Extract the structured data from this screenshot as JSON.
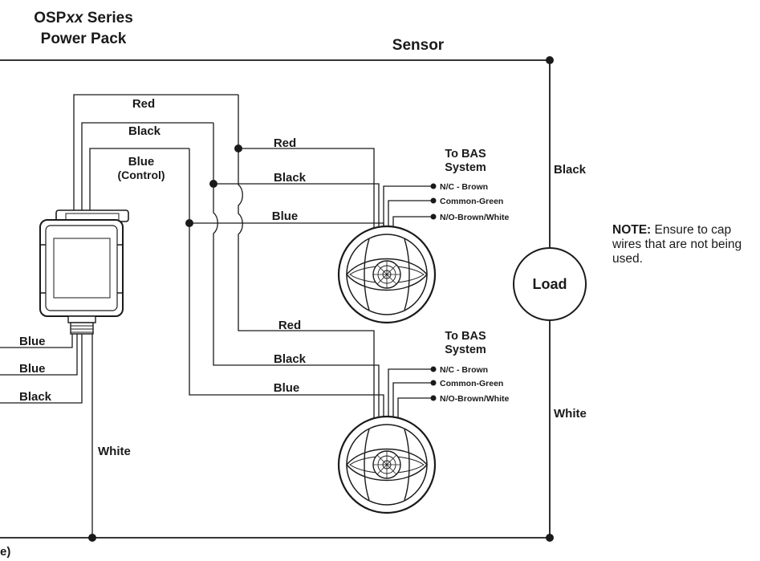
{
  "power_pack": {
    "title_prefix": "OSP",
    "title_italic": "xx",
    "title_suffix": " Series",
    "subtitle": "Power Pack",
    "wires_out": [
      "Blue",
      "Blue",
      "Black"
    ],
    "white_label": "White"
  },
  "sensor_heading": "Sensor",
  "left_wires": {
    "red": "Red",
    "black": "Black",
    "blue": "Blue",
    "blue_control": "(Control)"
  },
  "sensor_top": {
    "wires": [
      "Red",
      "Black",
      "Blue"
    ],
    "bas_title_1": "To BAS",
    "bas_title_2": "System",
    "bas_leads": [
      "N/C - Brown",
      "Common-Green",
      "N/O-Brown/White"
    ]
  },
  "sensor_bottom": {
    "wires": [
      "Red",
      "Black",
      "Blue"
    ],
    "bas_title_1": "To BAS",
    "bas_title_2": "System",
    "bas_leads": [
      "N/C - Brown",
      "Common-Green",
      "N/O-Brown/White"
    ]
  },
  "load": {
    "label": "Load",
    "top_wire": "Black",
    "bottom_wire": "White"
  },
  "note": {
    "bold": "NOTE:",
    "text": " Ensure to cap wires that are not being used."
  },
  "bottom_fragment": "e)"
}
